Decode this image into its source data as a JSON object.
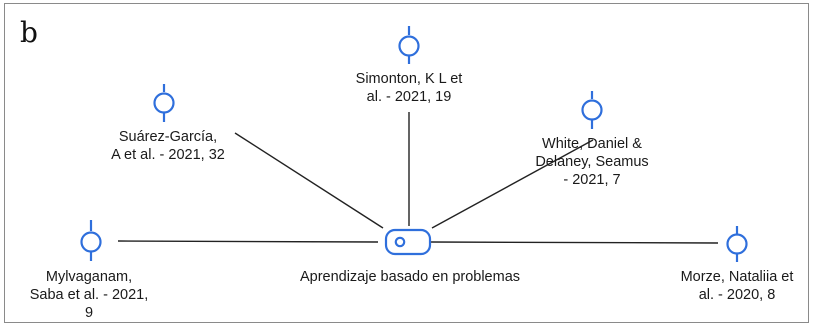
{
  "panel_label": "b",
  "hub": {
    "label": "Aprendizaje basado en problemas",
    "icon": "document-node-icon",
    "color": "#2f6fdc"
  },
  "nodes": [
    {
      "id": "simonton",
      "line1": "Simonton, K L et",
      "line2": "al. - 2021, 19",
      "line3": ""
    },
    {
      "id": "suarez",
      "line1": "Suárez-García,",
      "line2": "A et al. - 2021, 32",
      "line3": ""
    },
    {
      "id": "white",
      "line1": "White, Daniel &",
      "line2": "Delaney, Seamus",
      "line3": "- 2021, 7"
    },
    {
      "id": "mylvaganam",
      "line1": "Mylvaganam,",
      "line2": "Saba et al. - 2021,",
      "line3": "9"
    },
    {
      "id": "morze",
      "line1": "Morze, Nataliia et",
      "line2": "al. - 2020, 8",
      "line3": ""
    }
  ],
  "colors": {
    "node_icon": "#2f6fdc",
    "edge": "#222222",
    "frame": "#8a8a8a"
  }
}
